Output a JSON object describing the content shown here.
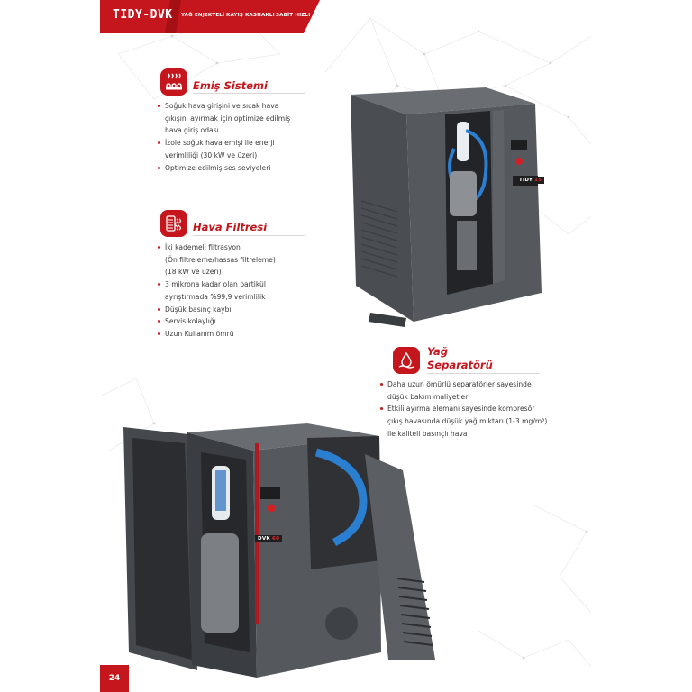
{
  "header": {
    "title": "TIDY-DVK",
    "tags": [
      "YAĞ ENJEKTELİ",
      "KAYIŞ KASNAKLI",
      "SABİT HIZLI"
    ]
  },
  "sections": [
    {
      "title": "Emiş Sistemi",
      "icon": "intake-heat-icon",
      "bullets": [
        "Soğuk hava girişini ve sıcak hava",
        "çıkışını ayırmak için optimize edilmiş",
        "hava giriş odası",
        "İzole soğuk hava emişi ile enerji",
        "verimliliği (30 kW ve üzeri)",
        "Optimize edilmiş ses seviyeleri"
      ]
    },
    {
      "title": "Hava Filtresi",
      "icon": "air-filter-icon",
      "bullets": [
        "İki kademeli filtrasyon",
        "(Ön filtreleme/hassas filtreleme)",
        "(18 kW ve üzeri)",
        "3 mikrona kadar olan partikül",
        "ayrıştırmada %99,9 verimlilik",
        "Düşük basınç kaybı",
        "Servis kolaylığı",
        "Uzun Kullanım ömrü"
      ]
    },
    {
      "title_line1": "Yağ",
      "title_line2": "Separatörü",
      "icon": "oil-drop-icon",
      "bullets": [
        "Daha uzun ömürlü separatörler sayesinde",
        "düşük bakım maliyetleri",
        "Etkili ayırma elemanı sayesinde kompresör",
        "çıkış havasında düşük yağ miktarı (1-3 mg/m³)",
        "ile kaliteli basınçlı hava"
      ]
    }
  ],
  "products": [
    {
      "badge_prefix": "TIDY",
      "badge_number": "15"
    },
    {
      "badge_prefix": "DVK",
      "badge_number": "60"
    }
  ],
  "page_number": "24",
  "colors": {
    "brand_red": "#c4161c",
    "machine_gray": "#54585d",
    "dark": "#2b2c2f"
  }
}
